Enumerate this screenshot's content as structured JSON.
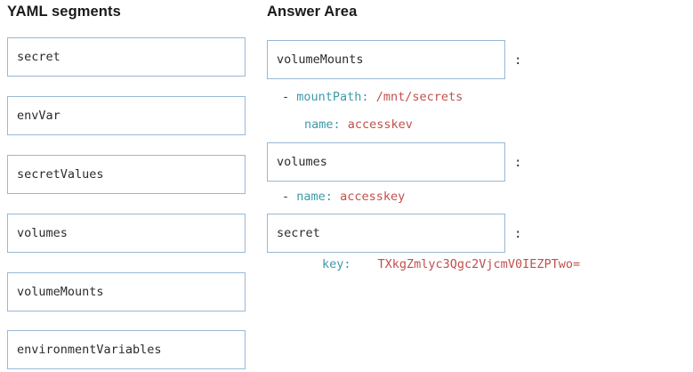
{
  "headings": {
    "left": "YAML segments",
    "right": "Answer Area"
  },
  "colors": {
    "box_border": "#9ab8d4",
    "yaml_key": "#3d9aa8",
    "yaml_value": "#c0504d",
    "text": "#2b2b2b",
    "background": "#ffffff"
  },
  "segments": [
    {
      "label": "secret"
    },
    {
      "label": "envVar"
    },
    {
      "label": "secretValues"
    },
    {
      "label": "volumes"
    },
    {
      "label": "volumeMounts"
    },
    {
      "label": "environmentVariables"
    }
  ],
  "answer_area": {
    "separator": ":",
    "slots": [
      {
        "value": "volumeMounts"
      },
      {
        "value": "volumes"
      },
      {
        "value": "secret"
      }
    ],
    "yaml_lines": [
      {
        "dash": "-",
        "key": "mountPath:",
        "value": "/mnt/secrets"
      },
      {
        "dash": "",
        "key": "name:",
        "value": "accesskev"
      },
      {
        "dash": "-",
        "key": "name:",
        "value": "accesskey"
      },
      {
        "dash": "",
        "key": "key:",
        "value": "TXkgZmlyc3Qgc2VjcmV0IEZPTwo="
      }
    ]
  }
}
